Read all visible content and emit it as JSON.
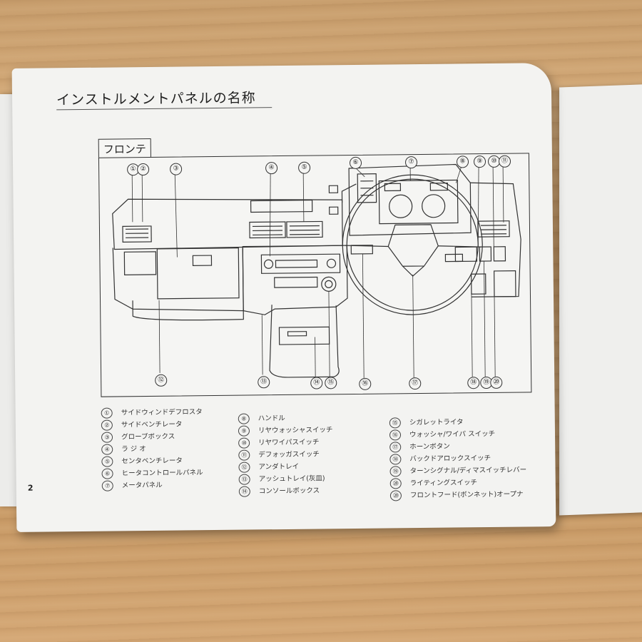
{
  "page": {
    "title": "インストルメントパネルの名称",
    "section": "フロンテ",
    "page_number": "2"
  },
  "callouts": [
    "①",
    "②",
    "③",
    "④",
    "⑤",
    "⑥",
    "⑦",
    "⑧",
    "⑨",
    "⑩",
    "⑪",
    "⑫",
    "⑬",
    "⑭",
    "⑮",
    "⑯",
    "⑰",
    "⑱",
    "⑲",
    "⑳"
  ],
  "legend": {
    "col1": [
      {
        "num": "①",
        "label": "サイドウィンドデフロスタ"
      },
      {
        "num": "②",
        "label": "サイドベンチレータ"
      },
      {
        "num": "③",
        "label": "グローブボックス"
      },
      {
        "num": "④",
        "label": "ラ ジ オ"
      },
      {
        "num": "⑤",
        "label": "センタベンチレータ"
      },
      {
        "num": "⑥",
        "label": "ヒータコントロールパネル"
      },
      {
        "num": "⑦",
        "label": "メータパネル"
      }
    ],
    "col2": [
      {
        "num": "⑧",
        "label": "ハンドル"
      },
      {
        "num": "⑨",
        "label": "リヤウォッシャスイッチ"
      },
      {
        "num": "⑩",
        "label": "リヤワイパスイッチ"
      },
      {
        "num": "⑪",
        "label": "デフォッガスイッチ"
      },
      {
        "num": "⑫",
        "label": "アンダトレイ"
      },
      {
        "num": "⑬",
        "label": "アッシュトレイ(灰皿)"
      },
      {
        "num": "⑭",
        "label": "コンソールボックス"
      }
    ],
    "col3": [
      {
        "num": "⑮",
        "label": "シガレットライタ"
      },
      {
        "num": "⑯",
        "label": "ウォッシャ/ワイパ スイッチ"
      },
      {
        "num": "⑰",
        "label": "ホーンボタン"
      },
      {
        "num": "⑱",
        "label": "バックドアロックスイッチ"
      },
      {
        "num": "⑲",
        "label": "ターンシグナル/ディマスイッチレバー"
      },
      {
        "num": "⑳",
        "label": "ライティングスイッチ"
      },
      {
        "num": "⑳",
        "label": "フロントフード(ボンネット)オープナ"
      }
    ]
  }
}
